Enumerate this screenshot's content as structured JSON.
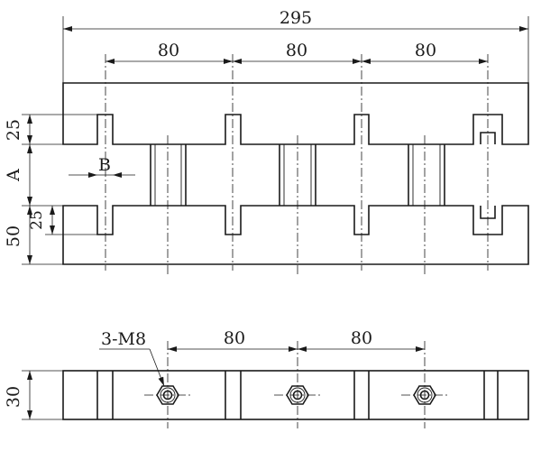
{
  "dims": {
    "overall_length": "295",
    "pitch_1": "80",
    "pitch_2": "80",
    "pitch_3": "80",
    "notch_height": "25",
    "gap": "A",
    "notch_width": "B",
    "lower_notch_height": "25",
    "block_height": "50",
    "thread_callout": "3-M8",
    "bottom_pitch_1": "80",
    "bottom_pitch_2": "80",
    "bar_thickness": "30"
  }
}
